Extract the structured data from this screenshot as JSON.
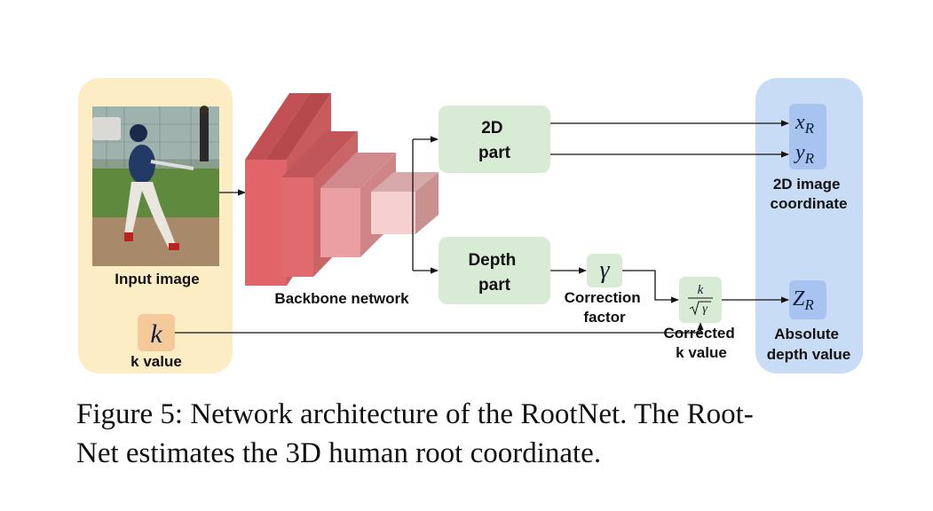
{
  "diagram": {
    "input_image_label": "Input image",
    "k_symbol": "k",
    "k_value_label": "k value",
    "backbone_label": "Backbone network",
    "part_2d": [
      "2D",
      "part"
    ],
    "depth_part": [
      "Depth",
      "part"
    ],
    "gamma_symbol": "γ",
    "correction_factor": [
      "Correction",
      "factor"
    ],
    "corrected_numerator": "k",
    "corrected_denominator": "γ",
    "corrected_k_value": [
      "Corrected",
      "k value"
    ],
    "x_r": {
      "base": "x",
      "sub": "R"
    },
    "y_r": {
      "base": "y",
      "sub": "R"
    },
    "z_r": {
      "base": "Z",
      "sub": "R"
    },
    "image_coordinate_label": [
      "2D image",
      "coordinate"
    ],
    "depth_value_label": [
      "Absolute",
      "depth value"
    ],
    "colors": {
      "input_panel": "#fdedc4",
      "output_panel": "#c9dcf6",
      "green_box": "#d8ecd5",
      "k_box": "#f6c99b",
      "output_box": "#a9c3f1"
    }
  },
  "caption": {
    "line1": "Figure 5: Network architecture of the RootNet. The Root-",
    "line2": "Net estimates the 3D human root coordinate."
  }
}
